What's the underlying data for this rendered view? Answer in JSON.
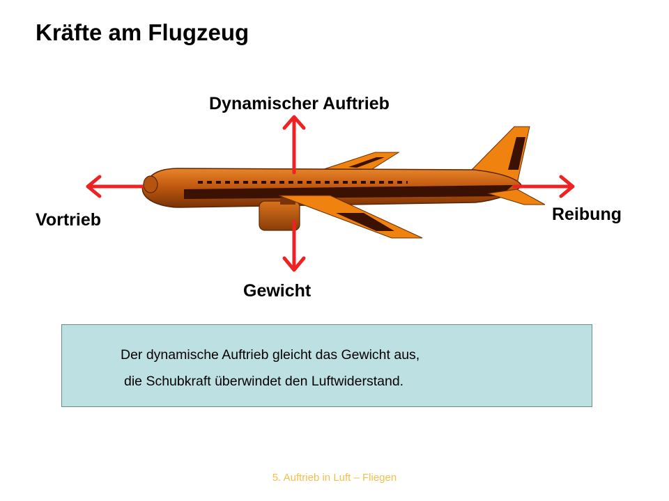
{
  "slide": {
    "title": "Kräfte am Flugzeug",
    "footer": "5. Auftrieb in Luft – Fliegen"
  },
  "forces": {
    "lift": "Dynamischer Auftrieb",
    "thrust": "Vortrieb",
    "drag": "Reibung",
    "weight": "Gewicht"
  },
  "info_box": {
    "line1": "Der dynamische Auftrieb gleicht das Gewicht aus,",
    "line2": "die Schubkraft überwindet den Luftwiderstand."
  },
  "colors": {
    "arrow": "#ee2222",
    "fuselage": "#c55c10",
    "wing": "#f0820f",
    "box_fill": "#bde1e3"
  }
}
